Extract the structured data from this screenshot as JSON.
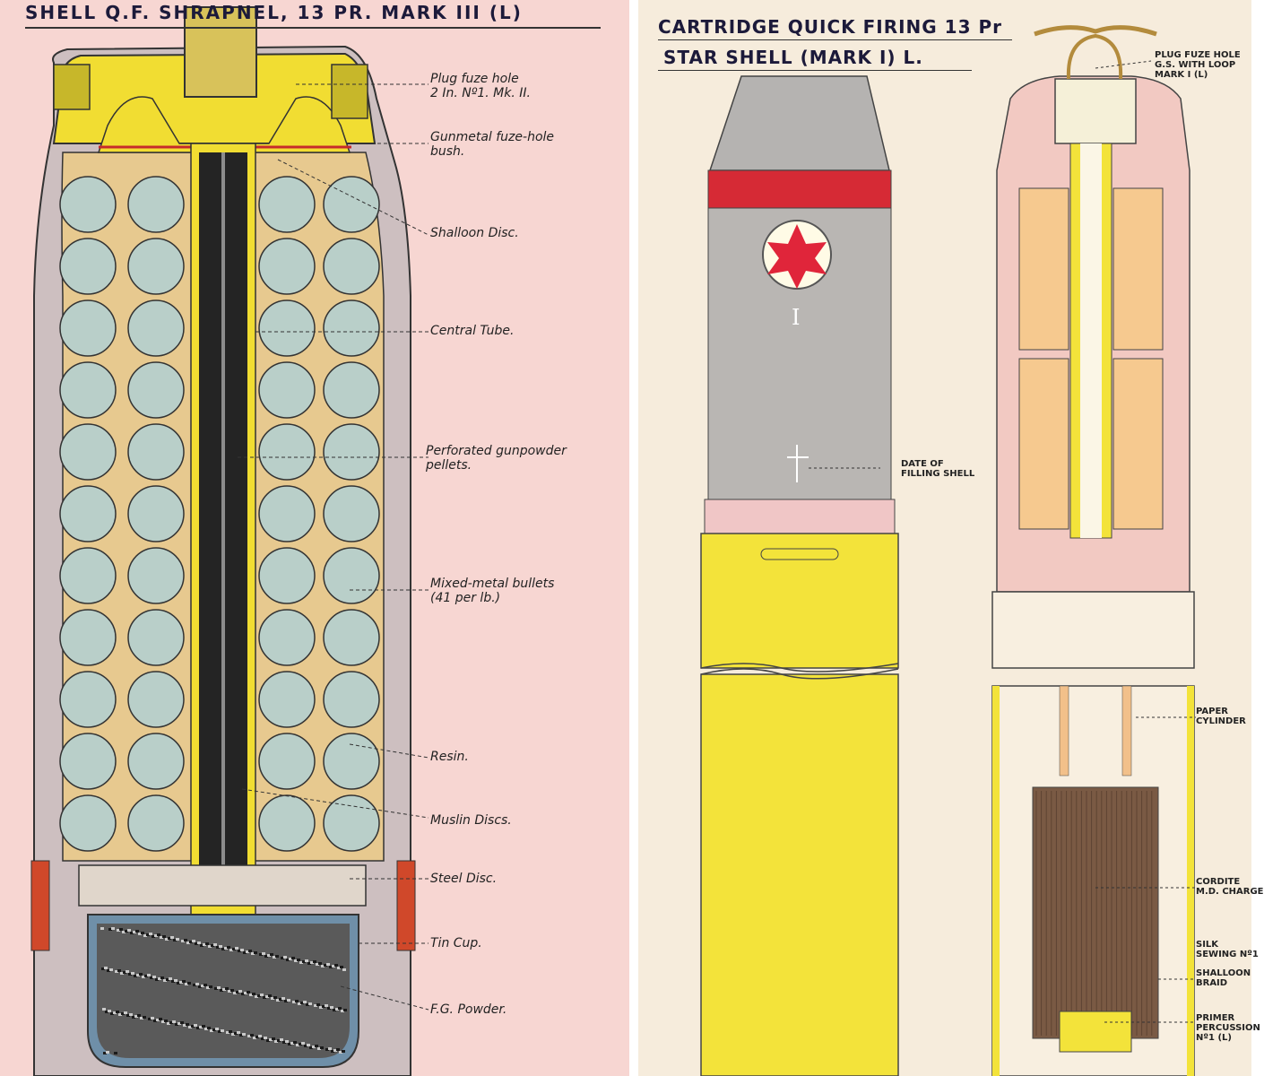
{
  "left_panel": {
    "title": "SHELL  Q.F.  SHRAPNEL,  13  PR.  MARK  III (L)",
    "labels": {
      "plug_fuze_hole": "Plug fuze hole\n2 In. Nº1. Mk. II.",
      "gunmetal_bush": "Gunmetal fuze-hole\nbush.",
      "shalloon_disc": "Shalloon Disc.",
      "central_tube": "Central Tube.",
      "pellets": "Perforated gunpowder\npellets.",
      "bullets": "Mixed-metal bullets\n(41 per lb.)",
      "resin": "Resin.",
      "muslin_discs": "Muslin Discs.",
      "steel_disc": "Steel Disc.",
      "tin_cup": "Tin Cup.",
      "fg_powder": "F.G. Powder."
    }
  },
  "right_panel": {
    "title_line1": "CARTRIDGE QUICK FIRING 13 Pr",
    "title_line2": "STAR SHELL  (MARK I)  L.",
    "numeral": "I",
    "labels": {
      "plug_fuze_hole": "PLUG FUZE HOLE\nG.S. WITH LOOP\nMARK I (L)",
      "date_of_filling": "DATE OF\nFILLING SHELL",
      "paper_cylinder": "PAPER\nCYLINDER",
      "cordite": "CORDITE\nM.D. CHARGE",
      "silk_sewing": "SILK\nSEWING Nº1",
      "shalloon_braid": "SHALLOON\nBRAID",
      "primer": "PRIMER\nPERCUSSION\nNº1 (L)"
    }
  },
  "colors": {
    "left_background": "#f7d6d2",
    "right_background": "#f6ecdc",
    "shell_yellow": "#f3e33a",
    "bullet_grey": "#b9cfc9",
    "shell_grey": "#b9b6b3",
    "band_red": "#d62a35",
    "star_red": "#e0253a",
    "cordite_brown": "#7a5a44"
  }
}
